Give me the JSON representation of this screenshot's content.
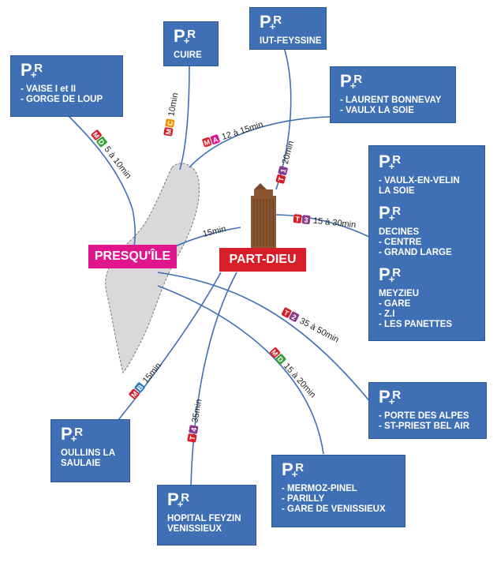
{
  "colors": {
    "box": "#3f6fb5",
    "presquile": "#e2168c",
    "partdieu": "#d81e28",
    "line": "#3f6fb5",
    "metroA": "#e2168c",
    "metroB": "#2e7fc2",
    "metroC": "#f39200",
    "metroD": "#36a035",
    "tram": "#8a3a8e",
    "badge_red": "#d81e28",
    "island": "#d9d9d9"
  },
  "hubs": {
    "presquile": "PRESQU'ÎLE",
    "partdieu": "PART-DIEU"
  },
  "pr_logo": {
    "p": "P",
    "plus": "+",
    "r": "R"
  },
  "boxes": {
    "vaise": [
      "- VAISE I et II",
      "- GORGE DE LOUP"
    ],
    "cuire": [
      "CUIRE"
    ],
    "iut": [
      "IUT-FEYSSINE"
    ],
    "bonnevay": [
      "- LAURENT BONNEVAY",
      "- VAULX LA SOIE"
    ],
    "vaulx": [
      "- VAULX-EN-VELIN",
      "LA SOIE"
    ],
    "decines": [
      "DECINES",
      "- CENTRE",
      "- GRAND LARGE"
    ],
    "meyzieu": [
      "MEYZIEU",
      "- GARE",
      "- Z.I",
      "- LES PANETTES"
    ],
    "portes": [
      "- PORTE DES ALPES",
      "- ST-PRIEST BEL AIR"
    ],
    "oullins": [
      "OULLINS LA",
      "SAULAIE"
    ],
    "feyzin": [
      "HOPITAL FEYZIN",
      "VENISSIEUX"
    ],
    "mermoz": [
      "- MERMOZ-PINEL",
      "- PARILLY",
      "- GARE DE VENISSIEUX"
    ]
  },
  "routes": [
    {
      "badges": [
        {
          "t": "M",
          "c": "badge_red"
        },
        {
          "t": "D",
          "c": "metroD"
        }
      ],
      "time": "5 à 10min"
    },
    {
      "badges": [
        {
          "t": "M",
          "c": "badge_red"
        },
        {
          "t": "C",
          "c": "metroC"
        }
      ],
      "time": "10min"
    },
    {
      "badges": [
        {
          "t": "M",
          "c": "badge_red"
        },
        {
          "t": "A",
          "c": "metroA"
        }
      ],
      "time": "12 à 15min"
    },
    {
      "badges": [
        {
          "t": "T",
          "c": "badge_red"
        },
        {
          "t": "1",
          "c": "tram"
        }
      ],
      "time": "20min"
    },
    {
      "badges": [],
      "time": "15min"
    },
    {
      "badges": [
        {
          "t": "T",
          "c": "badge_red"
        },
        {
          "t": "3",
          "c": "tram"
        }
      ],
      "time": "15 à 30min"
    },
    {
      "badges": [
        {
          "t": "T",
          "c": "badge_red"
        },
        {
          "t": "2",
          "c": "tram"
        }
      ],
      "time": "35 à 50min"
    },
    {
      "badges": [
        {
          "t": "M",
          "c": "badge_red"
        },
        {
          "t": "D",
          "c": "metroD"
        }
      ],
      "time": "15 à 20min"
    },
    {
      "badges": [
        {
          "t": "M",
          "c": "badge_red"
        },
        {
          "t": "B",
          "c": "metroB"
        }
      ],
      "time": "15min"
    },
    {
      "badges": [
        {
          "t": "T",
          "c": "badge_red"
        },
        {
          "t": "4",
          "c": "tram"
        }
      ],
      "time": "35min"
    }
  ]
}
